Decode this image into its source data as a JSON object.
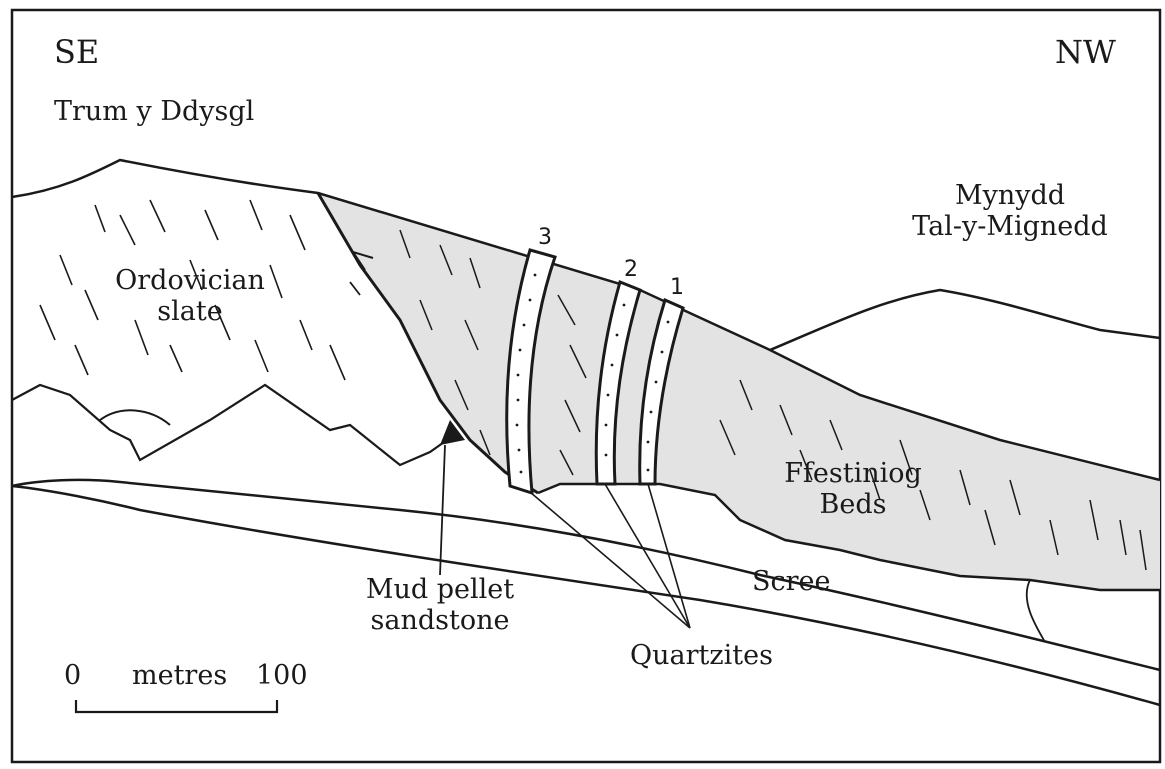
{
  "directions": {
    "left": "SE",
    "right": "NW"
  },
  "places": {
    "left_peak": "Trum y Ddysgl",
    "right_peak_line1": "Mynydd",
    "right_peak_line2": "Tal-y-Mignedd"
  },
  "units": {
    "ordovician_line1": "Ordovician",
    "ordovician_line2": "slate",
    "ffestiniog_line1": "Ffestiniog",
    "ffestiniog_line2": "Beds",
    "scree": "Scree",
    "mud_line1": "Mud pellet",
    "mud_line2": "sandstone",
    "quartzites": "Quartzites"
  },
  "quartzite_numbers": [
    "3",
    "2",
    "1"
  ],
  "scale_bar": {
    "start": "0",
    "unit": "metres",
    "end": "100"
  },
  "colors": {
    "ink": "#1a1a1a",
    "shade": "#e3e3e3",
    "background": "#ffffff"
  }
}
